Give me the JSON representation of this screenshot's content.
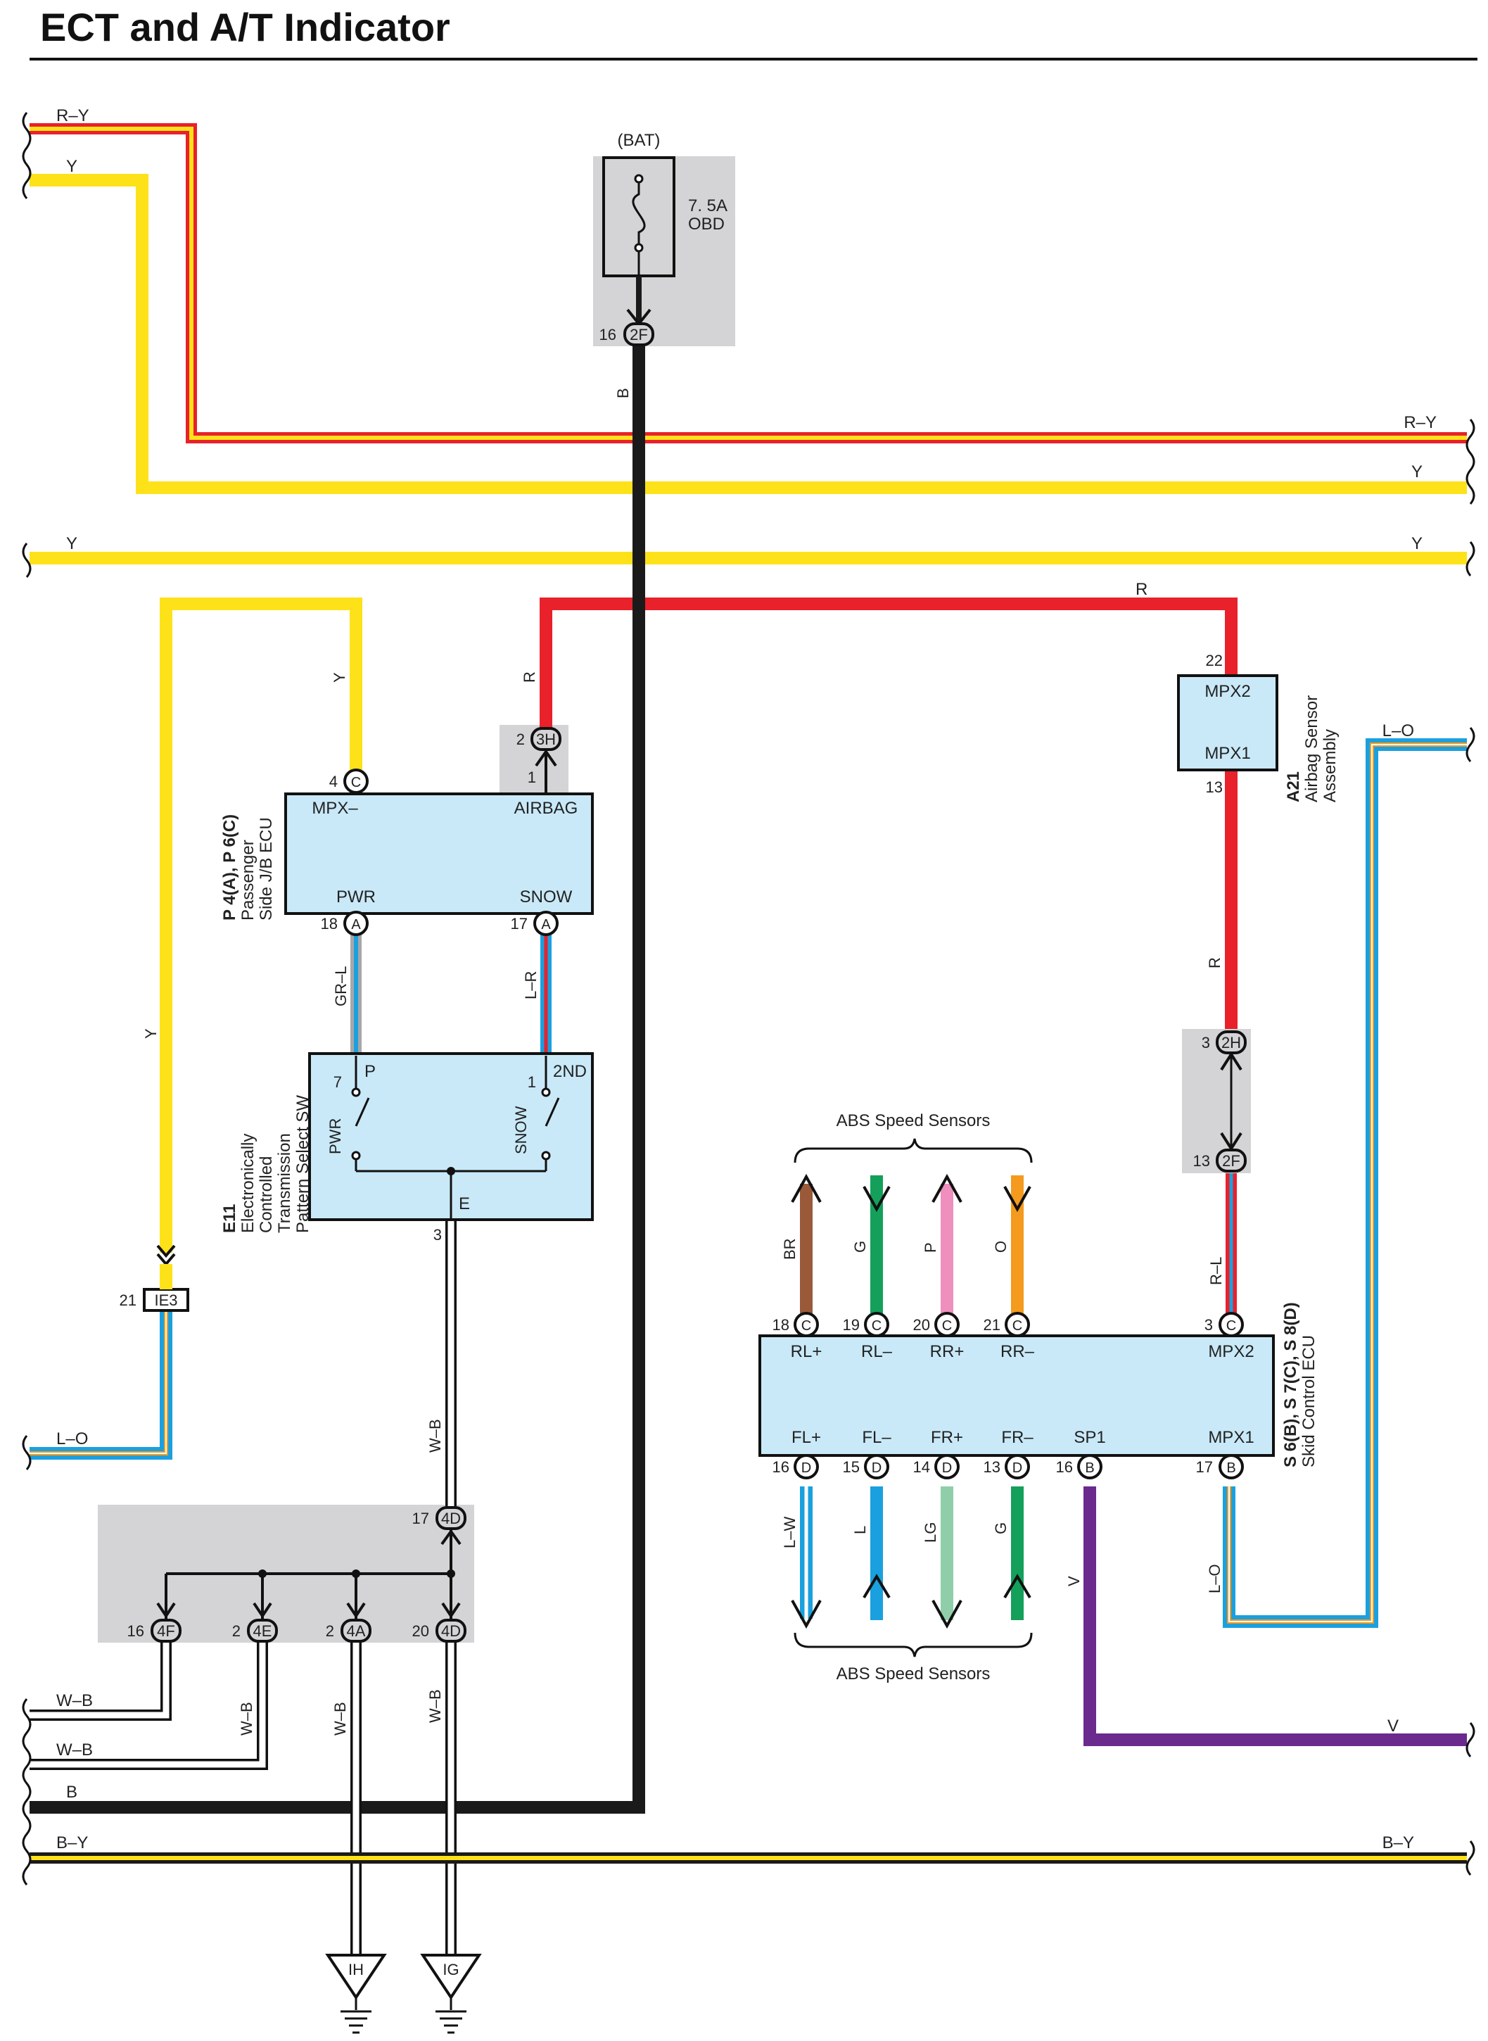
{
  "title": "ECT and A/T Indicator",
  "wire_colors": {
    "red": "#e8212b",
    "yellow": "#fde21a",
    "black": "#1a1a1a",
    "brown": "#9a5a3a",
    "green": "#14a05a",
    "pink": "#ee8fbe",
    "orange": "#f49a1f",
    "blue": "#1aa0de",
    "light_green": "#8fcea8",
    "violet": "#6a2a8e",
    "gray": "#a7a7a7",
    "panel_gray": "#d4d4d6",
    "component_blue": "#c9e9f8"
  },
  "wires": {
    "ry": "R–Y",
    "y": "Y",
    "r": "R",
    "b": "B",
    "lo": "L–O",
    "grl": "GR–L",
    "lr": "L–R",
    "rl": "R–L",
    "wb": "W–B",
    "v": "V",
    "by": "B–Y",
    "br": "BR",
    "g": "G",
    "p": "P",
    "o": "O",
    "lw": "L–W",
    "l": "L",
    "lg": "LG"
  },
  "fuse": {
    "source": "(BAT)",
    "rating": "7. 5A",
    "name": "OBD",
    "connector_pin": "16",
    "connector_id": "2F"
  },
  "junction_3h": {
    "pin_top": "2",
    "id": "3H",
    "pin_bottom": "1"
  },
  "jb_ecu": {
    "ref": "P 4(A), P 6(C)",
    "name_line1": "Passenger",
    "name_line2": "Side J/B ECU",
    "terminals": {
      "mpx_minus": "MPX–",
      "airbag": "AIRBAG",
      "pwr": "PWR",
      "snow": "SNOW"
    },
    "pins": {
      "mpx_minus": "4",
      "mpx_minus_conn": "C",
      "pwr": "18",
      "pwr_conn": "A",
      "snow": "17",
      "snow_conn": "A"
    }
  },
  "select_sw": {
    "ref": "E11",
    "name_lines": [
      "Electronically",
      "Controlled",
      "Transmission",
      "Pattern Select SW"
    ],
    "terminals": {
      "p": "P",
      "second": "2ND",
      "pwr": "PWR",
      "snow": "SNOW",
      "e": "E"
    },
    "pins": {
      "p": "7",
      "second": "1",
      "e": "3"
    }
  },
  "airbag_sensor": {
    "ref": "A21",
    "name_line1": "Airbag Sensor",
    "name_line2": "Assembly",
    "terminals": {
      "mpx2": "MPX2",
      "mpx1": "MPX1"
    },
    "pins": {
      "mpx2": "22",
      "mpx1": "13"
    }
  },
  "junction_2h2f": {
    "top_pin": "3",
    "top_id": "2H",
    "bottom_pin": "13",
    "bottom_id": "2F"
  },
  "ie3": {
    "pin": "21",
    "id": "IE3"
  },
  "skid_ecu": {
    "ref": "S 6(B), S 7(C), S 8(D)",
    "name": "Skid Control ECU",
    "top_terminals": [
      "RL+",
      "RL–",
      "RR+",
      "RR–"
    ],
    "top_pins": [
      "18",
      "19",
      "20",
      "21"
    ],
    "top_conn": "C",
    "mpx2": "MPX2",
    "mpx2_pin": "3",
    "mpx2_conn": "C",
    "bottom_terminals": [
      "FL+",
      "FL–",
      "FR+",
      "FR–",
      "SP1",
      "MPX1"
    ],
    "bottom_pins": [
      "16",
      "15",
      "14",
      "13",
      "16",
      "17"
    ],
    "bottom_conns": [
      "D",
      "D",
      "D",
      "D",
      "B",
      "B"
    ]
  },
  "abs_top_label": "ABS Speed Sensors",
  "abs_bottom_label": "ABS Speed Sensors",
  "ground_junction": {
    "in_pin": "17",
    "in_id": "4D",
    "outs": [
      {
        "pin": "16",
        "id": "4F"
      },
      {
        "pin": "2",
        "id": "4E"
      },
      {
        "pin": "2",
        "id": "4A"
      },
      {
        "pin": "20",
        "id": "4D"
      }
    ]
  },
  "grounds": {
    "ih": "IH",
    "ig": "IG"
  }
}
